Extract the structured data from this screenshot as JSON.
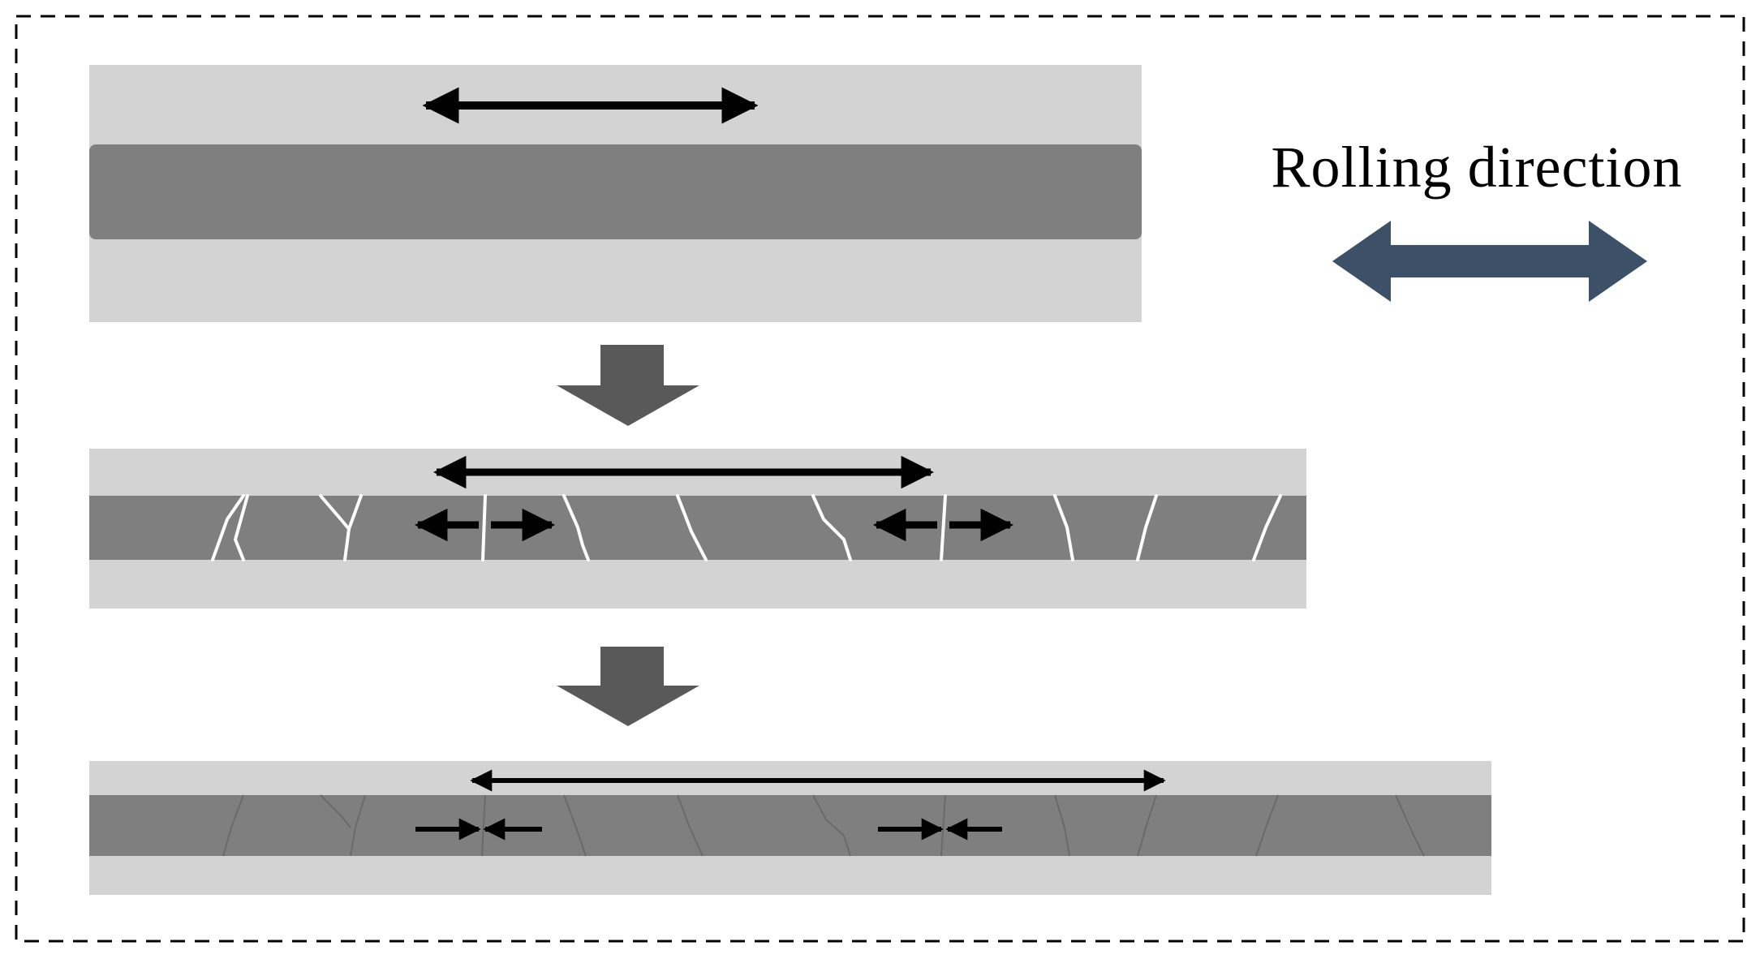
{
  "label": {
    "rolling_direction": "Rolling direction"
  },
  "colors": {
    "cladding": "#d3d3d3",
    "core": "#7f7f7f",
    "core_edge": "#6e6e6e",
    "step_arrow": "#595959",
    "direction_arrow": "#3c5068",
    "crack": "#ffffff",
    "frame_dash": "#000000",
    "black_arrow": "#000000"
  },
  "stages": [
    {
      "id": "initial",
      "state": "continuous-core"
    },
    {
      "id": "fractured",
      "state": "cracked-segments-separating"
    },
    {
      "id": "bonded",
      "state": "segments-rejoined"
    }
  ],
  "icons": {
    "direction": "double-headed-arrow-icon",
    "step": "down-arrow-icon",
    "tension": "outward-arrows-icon",
    "compression": "inward-arrows-icon"
  }
}
